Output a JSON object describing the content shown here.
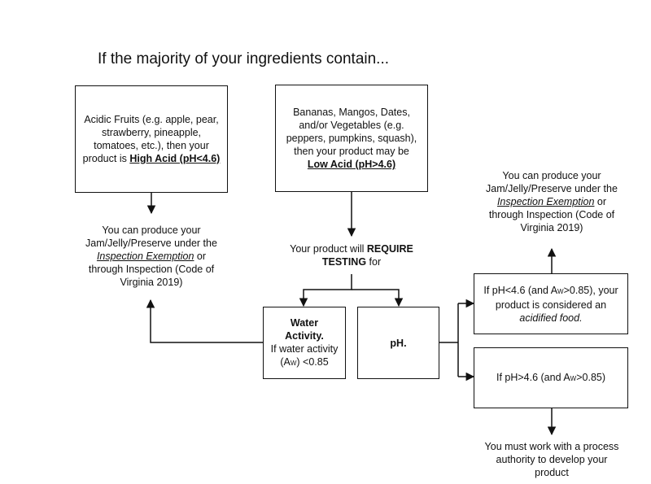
{
  "title": "If the majority of your ingredients contain...",
  "box_high_acid": {
    "text": "Acidic Fruits (e.g. apple, pear, strawberry, pineapple, tomatoes, etc.), then your product is ",
    "emphasis": "High Acid (pH<4.6)"
  },
  "box_low_acid": {
    "text": "Bananas, Mangos, Dates, and/or Vegetables (e.g. peppers, pumpkins, squash), then your product may be ",
    "emphasis": "Low Acid (pH>4.6)"
  },
  "left_outcome": {
    "before": "You can produce your Jam/Jelly/Preserve under the ",
    "link": "Inspection Exemption",
    "after": " or through Inspection (Code of Virginia 2019)"
  },
  "require_testing": {
    "before": "Your product will ",
    "emphasis": "REQUIRE TESTING",
    "after": " for"
  },
  "box_water_activity": {
    "heading": "Water Activity.",
    "line1": "If water activity",
    "a_open": "(A",
    "a_sub": "W",
    "line2_end": ") <0.85"
  },
  "box_ph": {
    "label": "pH."
  },
  "box_acidified": {
    "p1": "If pH<4.6 (and A",
    "sub": "W",
    "p2": ">0.85), your product is considered an ",
    "emphasis": "acidified food."
  },
  "box_ph_high": {
    "p1": "If pH>4.6 (and A",
    "sub": "W",
    "p2": ">0.85)"
  },
  "right_outcome": {
    "before": "You can produce your Jam/Jelly/Preserve under the ",
    "link": "Inspection Exemption",
    "after": "  or through Inspection (Code of Virginia 2019)"
  },
  "bottom_outcome": {
    "text": "You must work with a process authority to develop your product"
  }
}
